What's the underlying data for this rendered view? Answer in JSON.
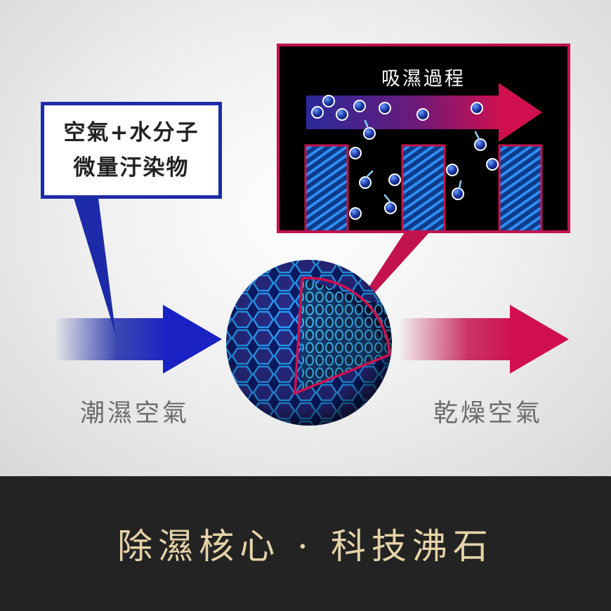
{
  "callout": {
    "line1": "空氣+水分子",
    "line2": "微量汙染物"
  },
  "process": {
    "title": "吸濕過程"
  },
  "labels": {
    "humid_air": "潮濕空氣",
    "dry_air": "乾燥空氣"
  },
  "footer": {
    "title": "除濕核心 · 科技沸石"
  },
  "colors": {
    "blue": "#1d2aa8",
    "magenta": "#c2134f",
    "gold_text": "#e6d3a8",
    "footer_bg": "#232323"
  }
}
